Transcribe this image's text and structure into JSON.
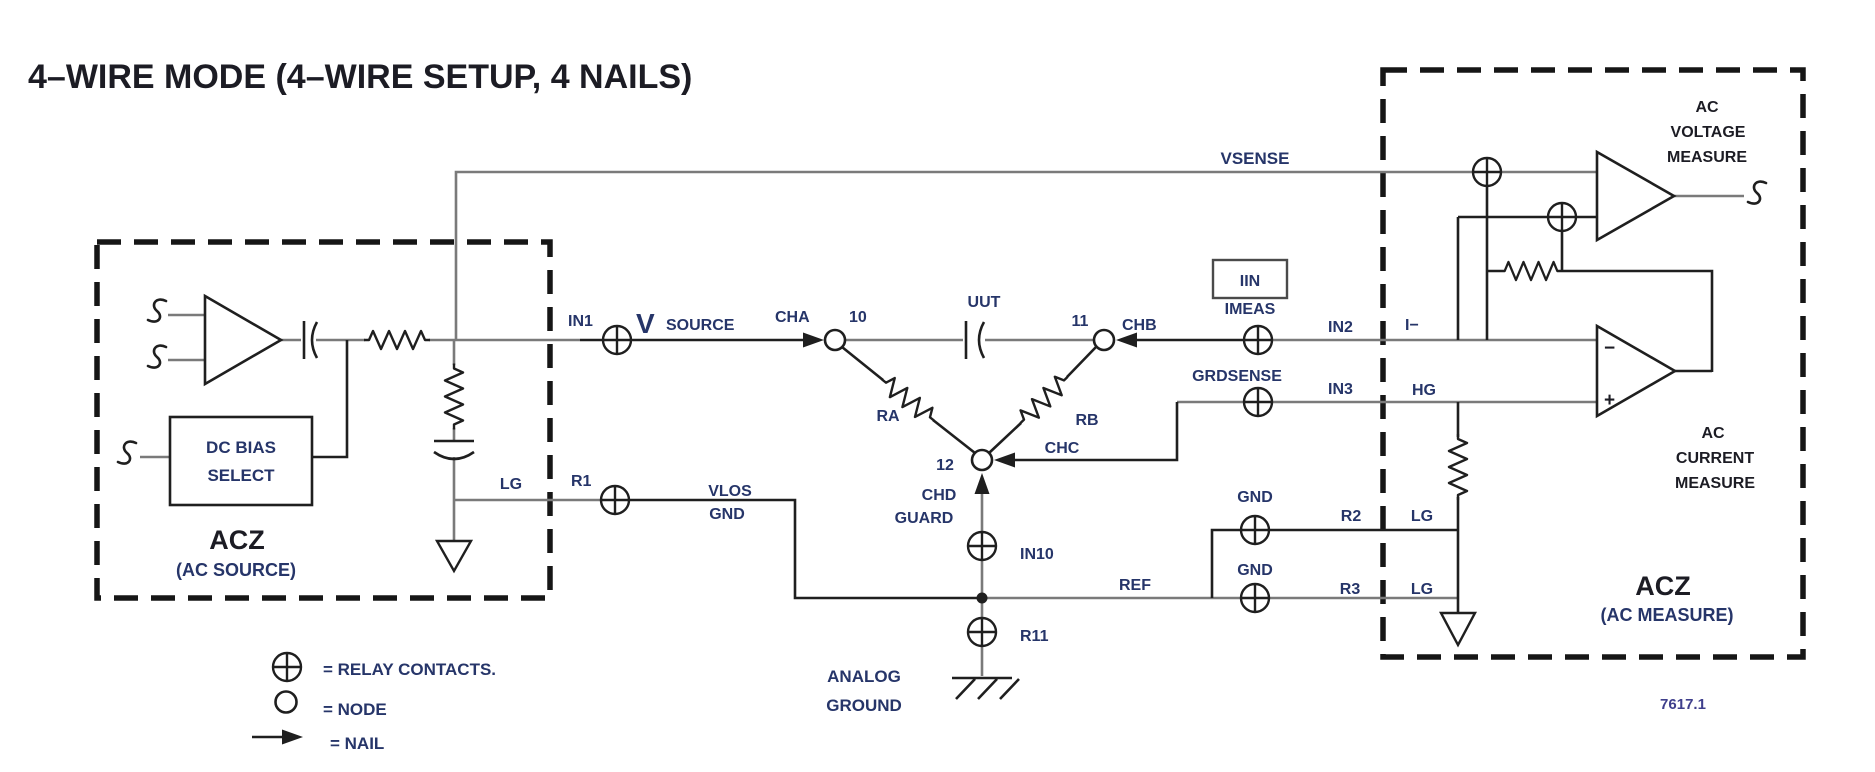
{
  "title": "4–WIRE MODE (4–WIRE SETUP, 4 NAILS)",
  "figure_number": "7617.1",
  "colors": {
    "wire_gray": "#7a7a7a",
    "line_black": "#1f1f1f",
    "label_blue": "#263569",
    "heading_black": "#1c1c24"
  },
  "legend": {
    "entries": [
      {
        "icon": "relay-contact-icon",
        "text": "= RELAY CONTACTS."
      },
      {
        "icon": "node-icon",
        "text": "= NODE"
      },
      {
        "icon": "nail-icon",
        "text": "= NAIL"
      }
    ]
  },
  "source_block": {
    "name": "ACZ",
    "subtitle": "(AC SOURCE)",
    "dc_bias_line1": "DC BIAS",
    "dc_bias_line2": "SELECT",
    "lg": "LG"
  },
  "measure_block": {
    "name": "ACZ",
    "subtitle": "(AC MEASURE)",
    "voltage_amp": {
      "l1": "AC",
      "l2": "VOLTAGE",
      "l3": "MEASURE"
    },
    "current_amp": {
      "l1": "AC",
      "l2": "CURRENT",
      "l3": "MEASURE"
    },
    "minus": "−",
    "plus": "+",
    "i_minus": "I−",
    "hg": "HG",
    "lg_upper": "LG",
    "lg_lower": "LG"
  },
  "uut": {
    "label": "UUT",
    "node_a": "10",
    "node_b": "11",
    "node_c": "12",
    "ra": "RA",
    "rb": "RB"
  },
  "channels": {
    "cha": "CHA",
    "chb": "CHB",
    "chc": "CHC",
    "chd": "CHD",
    "guard": "GUARD"
  },
  "signals": {
    "in1": "IN1",
    "vsource_v": "V",
    "vsource_sub": "SOURCE",
    "vsense": "VSENSE",
    "iin": "IIN",
    "imeas": "IMEAS",
    "in2": "IN2",
    "grdsense": "GRDSENSE",
    "in3": "IN3",
    "in10": "IN10",
    "ref": "REF",
    "r11": "R11",
    "r1": "R1",
    "vlos": "VLOS",
    "gnd_vlos": "GND",
    "gnd_r2": "GND",
    "r2": "R2",
    "gnd_r3": "GND",
    "r3": "R3",
    "analog_ground_line1": "ANALOG",
    "analog_ground_line2": "GROUND"
  }
}
